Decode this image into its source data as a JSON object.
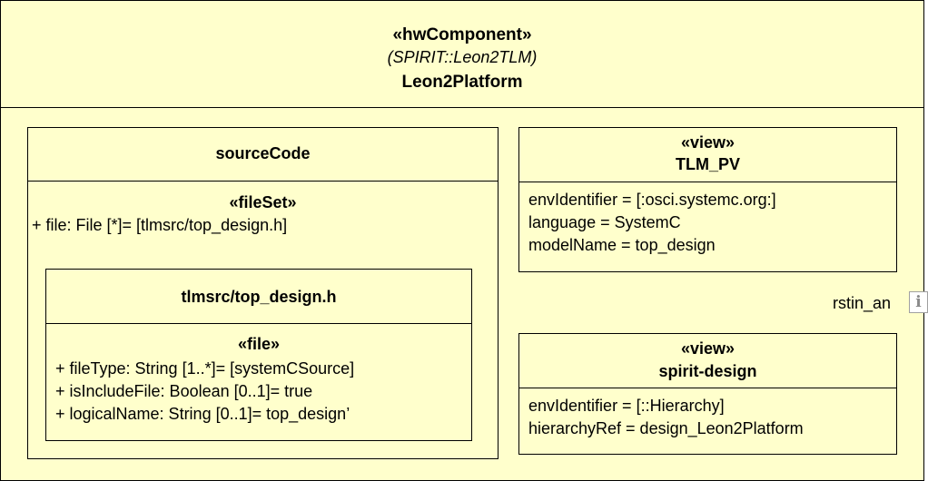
{
  "component": {
    "stereotype": "«hwComponent»",
    "type": "(SPIRIT::Leon2TLM)",
    "name": "Leon2Platform"
  },
  "source_code": {
    "name": "sourceCode",
    "stereotype": "«fileSet»",
    "attribute": "+ file: File [*]= [tlmsrc/top_design.h]",
    "file": {
      "name": "tlmsrc/top_design.h",
      "stereotype": "«file»",
      "attributes": [
        "+ fileType: String [1..*]= [systemCSource]",
        "+ isIncludeFile: Boolean [0..1]= true",
        "+ logicalName: String [0..1]= top_design’"
      ]
    }
  },
  "view_tlm": {
    "stereotype": "«view»",
    "name": "TLM_PV",
    "attributes": [
      "envIdentifier = [:osci.systemc.org:]",
      "language = SystemC",
      "modelName = top_design"
    ]
  },
  "view_design": {
    "stereotype": "«view»",
    "name": "spirit-design",
    "attributes": [
      "envIdentifier = [::Hierarchy]",
      "hierarchyRef = design_Leon2Platform"
    ]
  },
  "port": {
    "label": "rstin_an",
    "icon": "info-icon",
    "glyph": "i"
  }
}
